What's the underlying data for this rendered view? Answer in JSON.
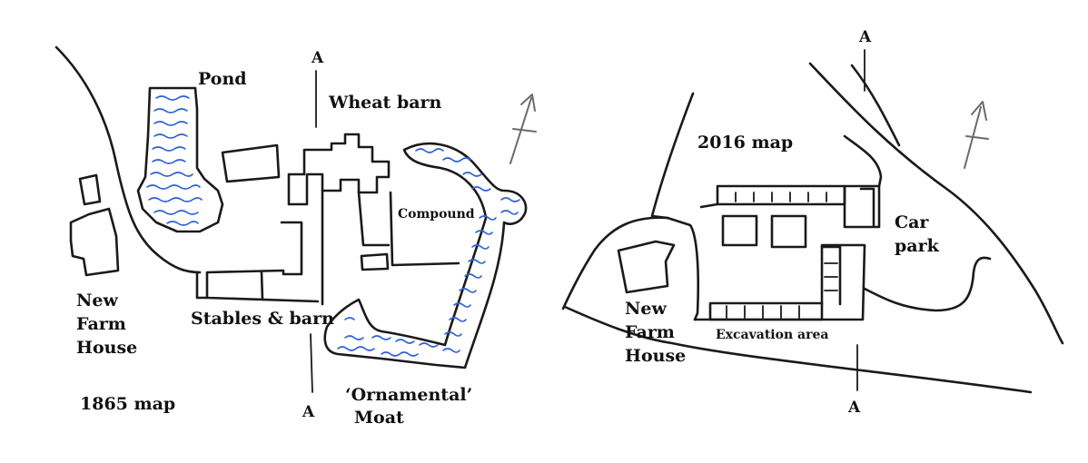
{
  "map1865": {
    "labels": {
      "pond": "Pond",
      "wheat_barn": "Wheat barn",
      "compound": "Compound",
      "new_farm_house": [
        "New",
        "Farm",
        "House"
      ],
      "stables_barn": "Stables & barn",
      "ornamental_moat": [
        "‘Ornamental’",
        "Moat"
      ],
      "title": "1865 map",
      "section_top": "A",
      "section_bottom": "A"
    }
  },
  "map2016": {
    "labels": {
      "title": "2016 map",
      "car_park": [
        "Car",
        "park"
      ],
      "new_farm_house": [
        "New",
        "Farm",
        "House"
      ],
      "excavation_area": "Excavation area",
      "section_top": "A",
      "section_bottom": "A"
    }
  },
  "colors": {
    "ink": "#1a1a1a",
    "water": "#2f63d6",
    "north_arrow": "#6a6a6a"
  }
}
